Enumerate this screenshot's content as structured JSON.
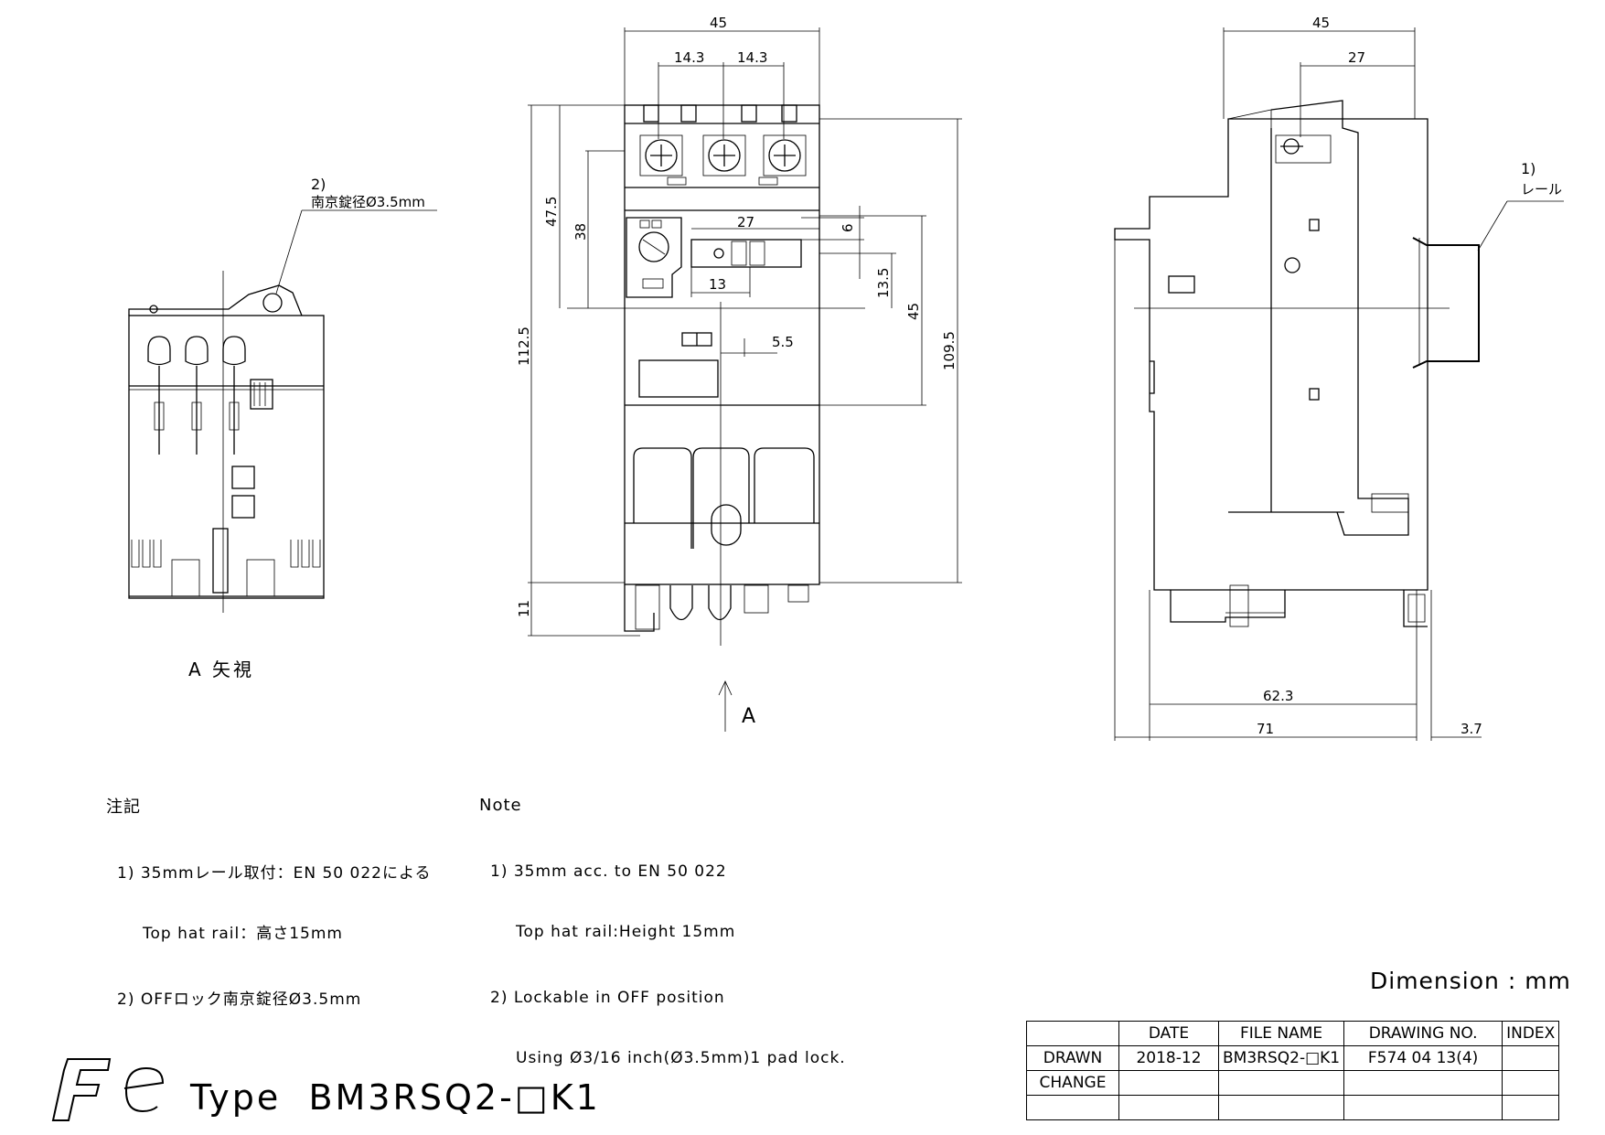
{
  "company_logo": "Fe",
  "title": {
    "type_label": "Type  BM3RSQ2-□K1"
  },
  "dimension_unit": "Dimension : mm",
  "view_a_label": "A 矢視",
  "arrow_label": "A",
  "callouts": {
    "padlock_ref": "2)",
    "padlock_text": "南京錠径Ø3.5mm",
    "rail_ref": "1)",
    "rail_text": "レール"
  },
  "dimensions": {
    "front_width": "45",
    "pitch_left": "14.3",
    "pitch_right": "14.3",
    "height_47_5": "47.5",
    "height_38": "38",
    "height_112_5": "112.5",
    "width_27": "27",
    "dim_6": "6",
    "dim_13": "13",
    "dim_13_5": "13.5",
    "dim_45_vert": "45",
    "dim_109_5": "109.5",
    "dim_5_5": "5.5",
    "dim_11": "11",
    "side_width": "45",
    "side_27": "27",
    "side_62_3": "62.3",
    "side_71": "71",
    "side_3_7": "3.7"
  },
  "notes_jp": {
    "heading": "注記",
    "items": [
      {
        "line1": "1) 35mmレール取付：EN 50 022による",
        "line2": "Top hat rail：高さ15mm"
      },
      {
        "line1": "2) OFFロック南京錠径Ø3.5mm",
        "line2": ""
      }
    ]
  },
  "notes_en": {
    "heading": "Note",
    "items": [
      {
        "line1": "1) 35mm acc. to EN 50 022",
        "line2": "Top hat rail:Height 15mm"
      },
      {
        "line1": "2) Lockable in OFF position",
        "line2": "Using Ø3/16 inch(Ø3.5mm)1 pad lock."
      }
    ]
  },
  "title_block": {
    "headers": [
      "",
      "DATE",
      "FILE NAME",
      "DRAWING NO.",
      "INDEX"
    ],
    "rows": [
      [
        "DRAWN",
        "2018-12",
        "BM3RSQ2-□K1",
        "F574 04 13(4)",
        ""
      ],
      [
        "CHANGE",
        "",
        "",
        "",
        ""
      ],
      [
        "",
        "",
        "",
        "",
        ""
      ]
    ]
  }
}
